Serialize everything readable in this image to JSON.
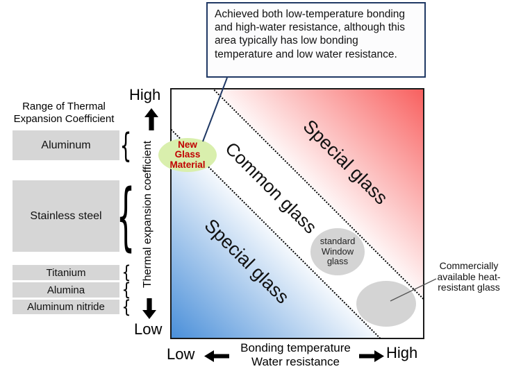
{
  "colors": {
    "navy": "#1f3864",
    "red_corner": "#f8605f",
    "blue_corner": "#4a8fd9",
    "green_fill": "#d9efad",
    "red_text": "#c00000",
    "box_gray": "#d6d6d6",
    "ellipse_gray": "#d4d4d4"
  },
  "callout": {
    "text": "Achieved both low-temperature bonding and high-water resistance, although this area typically has low bonding temperature and low water resistance."
  },
  "legend": {
    "title": "Range of Thermal Expansion Coefficient",
    "brace": "{",
    "materials": [
      {
        "label": "Aluminum"
      },
      {
        "label": "Stainless steel"
      },
      {
        "label": "Titanium"
      },
      {
        "label": "Alumina"
      },
      {
        "label": "Aluminum nitride"
      }
    ]
  },
  "y_axis": {
    "high": "High",
    "low": "Low",
    "label": "Thermal expansion coefficient"
  },
  "x_axis": {
    "low": "Low",
    "high": "High",
    "line1": "Bonding temperature",
    "line2": "Water resistance"
  },
  "regions": {
    "special_top": "Special glass",
    "common": "Common glass",
    "special_bottom": "Special glass"
  },
  "markers": {
    "new_glass": "New Glass Material",
    "window_glass": "standard Window glass",
    "heat_resistant_label": "Commercially available heat-resistant glass"
  }
}
